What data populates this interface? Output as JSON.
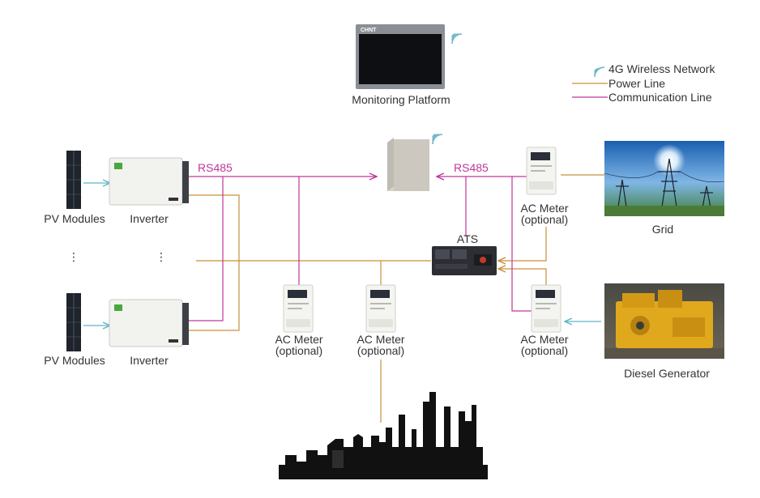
{
  "colors": {
    "power": "#c8913a",
    "comm": "#c0379a",
    "wireless": "#6db7c9",
    "arrow_blue": "#5fb3c8",
    "device_body": "#f2f2ef",
    "panel_dark": "#2b3240",
    "skyline": "#111111"
  },
  "brand": {
    "logo_text": "CHNT"
  },
  "legend": {
    "wireless": "4G Wireless Network",
    "power": "Power Line",
    "comm": "Communication Line"
  },
  "labels": {
    "monitoring_platform": "Monitoring Platform",
    "pv_top": "PV Modules",
    "inverter_top": "Inverter",
    "pv_bottom": "PV Modules",
    "inverter_bottom": "Inverter",
    "rs485_left": "RS485",
    "rs485_right": "RS485",
    "ats": "ATS",
    "grid": "Grid",
    "diesel_generator": "Diesel Generator",
    "meter_grid_line1": "AC Meter",
    "meter_grid_line2": "(optional)",
    "meter_mid1_line1": "AC Meter",
    "meter_mid1_line2": "(optional)",
    "meter_mid2_line1": "AC Meter",
    "meter_mid2_line2": "(optional)",
    "meter_diesel_line1": "AC Meter",
    "meter_diesel_line2": "(optional)",
    "ellipsis_pv": "⋮",
    "ellipsis_inv": "⋮"
  }
}
